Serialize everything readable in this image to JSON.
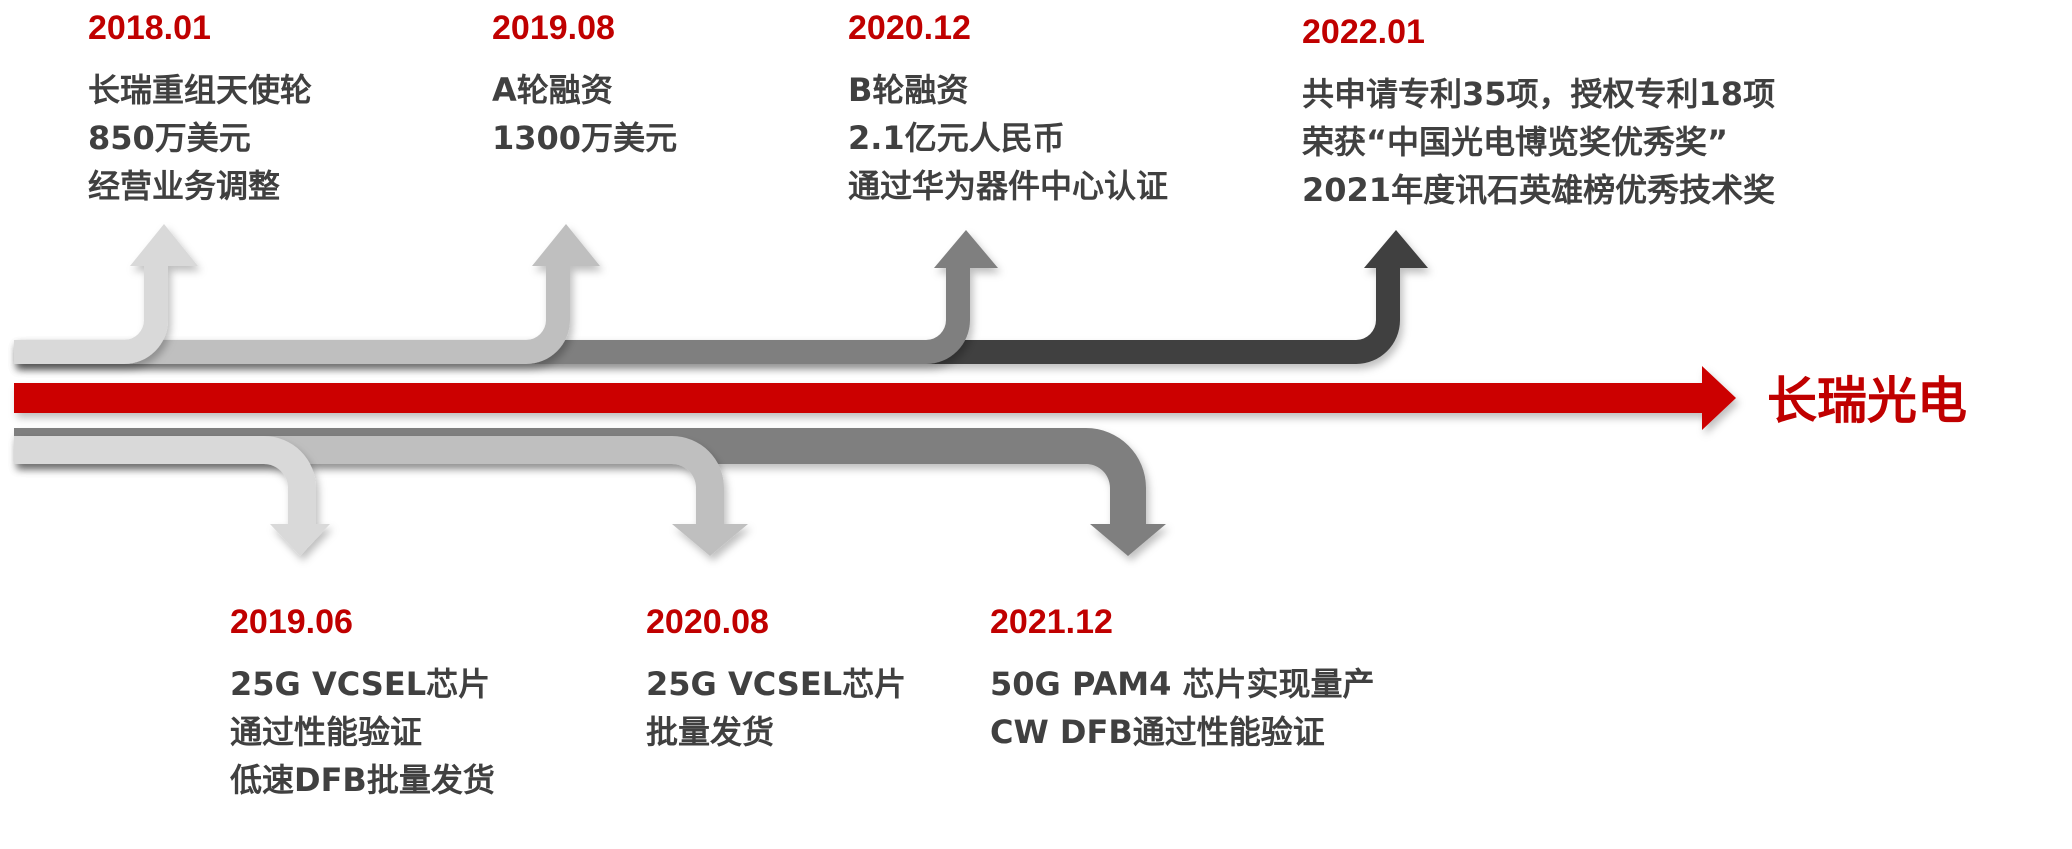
{
  "company": "长瑞光电",
  "colors": {
    "accent_red": "#c00000",
    "arrow_main": "#cc0000",
    "text_dark": "#404040",
    "stage_1": "#d9d9d9",
    "stage_2": "#bfbfbf",
    "stage_3": "#7f7f7f",
    "stage_4": "#3f3f3f"
  },
  "top_milestones": [
    {
      "date": "2018.01",
      "lines": [
        "长瑞重组天使轮",
        "850万美元",
        "经营业务调整"
      ]
    },
    {
      "date": "2019.08",
      "lines": [
        "A轮融资",
        "1300万美元"
      ]
    },
    {
      "date": "2020.12",
      "lines": [
        "B轮融资",
        "2.1亿元人民币",
        "通过华为器件中心认证"
      ]
    },
    {
      "date": "2022.01",
      "lines": [
        "共申请专利35项，授权专利18项",
        "荣获“中国光电博览奖优秀奖”",
        "2021年度讯石英雄榜优秀技术奖"
      ]
    }
  ],
  "bottom_milestones": [
    {
      "date": "2019.06",
      "lines": [
        "25G VCSEL芯片",
        "通过性能验证",
        "低速DFB批量发货"
      ]
    },
    {
      "date": "2020.08",
      "lines": [
        "25G VCSEL芯片",
        "批量发货"
      ]
    },
    {
      "date": "2021.12",
      "lines": [
        "50G PAM4 芯片实现量产",
        "CW DFB通过性能验证"
      ]
    }
  ]
}
